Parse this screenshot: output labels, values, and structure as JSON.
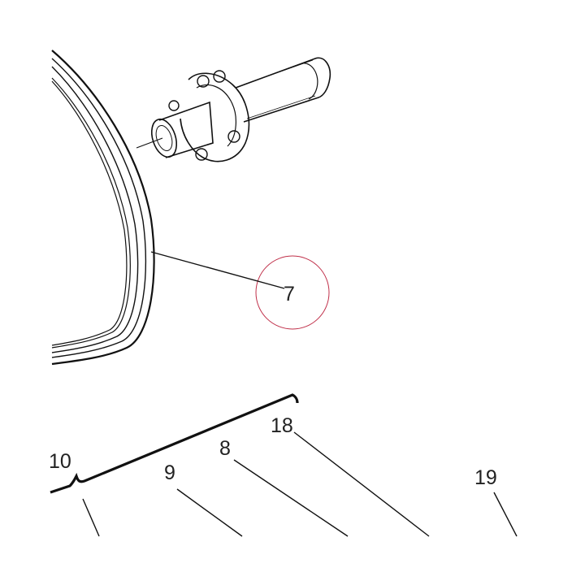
{
  "callouts": {
    "c7": "7",
    "c18": "18",
    "c8": "8",
    "c10": "10",
    "c9": "9",
    "c19": "19"
  },
  "colors": {
    "line": "#111111",
    "text": "#222222",
    "highlight_circle": "#c0304a",
    "background": "#ffffff"
  }
}
